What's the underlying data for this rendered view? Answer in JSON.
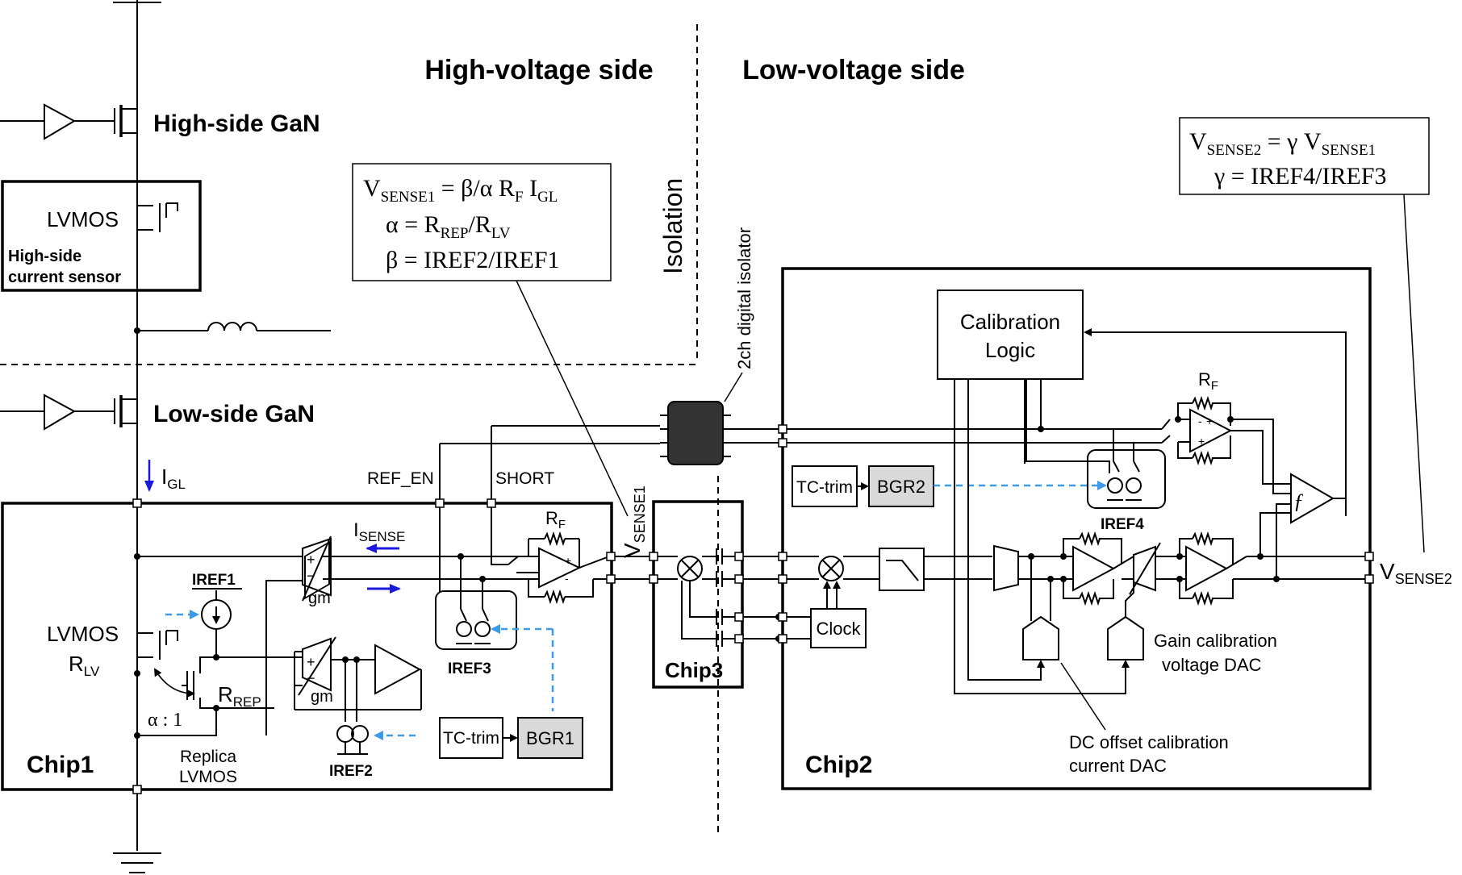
{
  "headers": {
    "high_voltage": "High-voltage side",
    "low_voltage": "Low-voltage side",
    "isolation": "Isolation",
    "isolator": "2ch digital isolator"
  },
  "power_stage": {
    "high_side": "High-side GaN",
    "low_side": "Low-side GaN",
    "lvmos": "LVMOS",
    "sensor_l1": "High-side",
    "sensor_l2": "current sensor",
    "igl": "I",
    "igl_sub": "GL"
  },
  "chip1": {
    "name": "Chip1",
    "ref_en": "REF_EN",
    "short": "SHORT",
    "isense": "I",
    "isense_sub": "SENSE",
    "iref1": "IREF1",
    "iref2": "IREF2",
    "iref3": "IREF3",
    "lvmos": "LVMOS",
    "rlv": "R",
    "rlv_sub": "LV",
    "rrep": "R",
    "rrep_sub": "REP",
    "ratio": "α : 1",
    "replica_l1": "Replica",
    "replica_l2": "LVMOS",
    "gm": "gm",
    "rf": "R",
    "rf_sub": "F",
    "tc_trim": "TC-trim",
    "bgr": "BGR1",
    "vsense1": "V",
    "vsense1_sub": "SENSE1"
  },
  "chip3": {
    "name": "Chip3"
  },
  "chip2": {
    "name": "Chip2",
    "cal_l1": "Calibration",
    "cal_l2": "Logic",
    "tc_trim": "TC-trim",
    "bgr": "BGR2",
    "iref4": "IREF4",
    "clock": "Clock",
    "rf": "R",
    "rf_sub": "F",
    "gain_l1": "Gain calibration",
    "gain_l2": "voltage DAC",
    "dc_l1": "DC offset calibration",
    "dc_l2": "current DAC",
    "vsense2": "V",
    "vsense2_sub": "SENSE2"
  },
  "eq1": {
    "l1_v": "V",
    "l1_sub": "SENSE1",
    "l1_rest": " = β/α R",
    "l1_f": "F",
    "l1_i": " I",
    "l1_gl": "GL",
    "l2_a": "α = R",
    "l2_rep": "REP",
    "l2_mid": "/R",
    "l2_lv": "LV",
    "l3": "β = IREF2/IREF1"
  },
  "eq2": {
    "l1_v": "V",
    "l1_sub": "SENSE2",
    "l1_mid": " = γ V",
    "l1_sub2": "SENSE1",
    "l2": "γ = IREF4/IREF3"
  }
}
